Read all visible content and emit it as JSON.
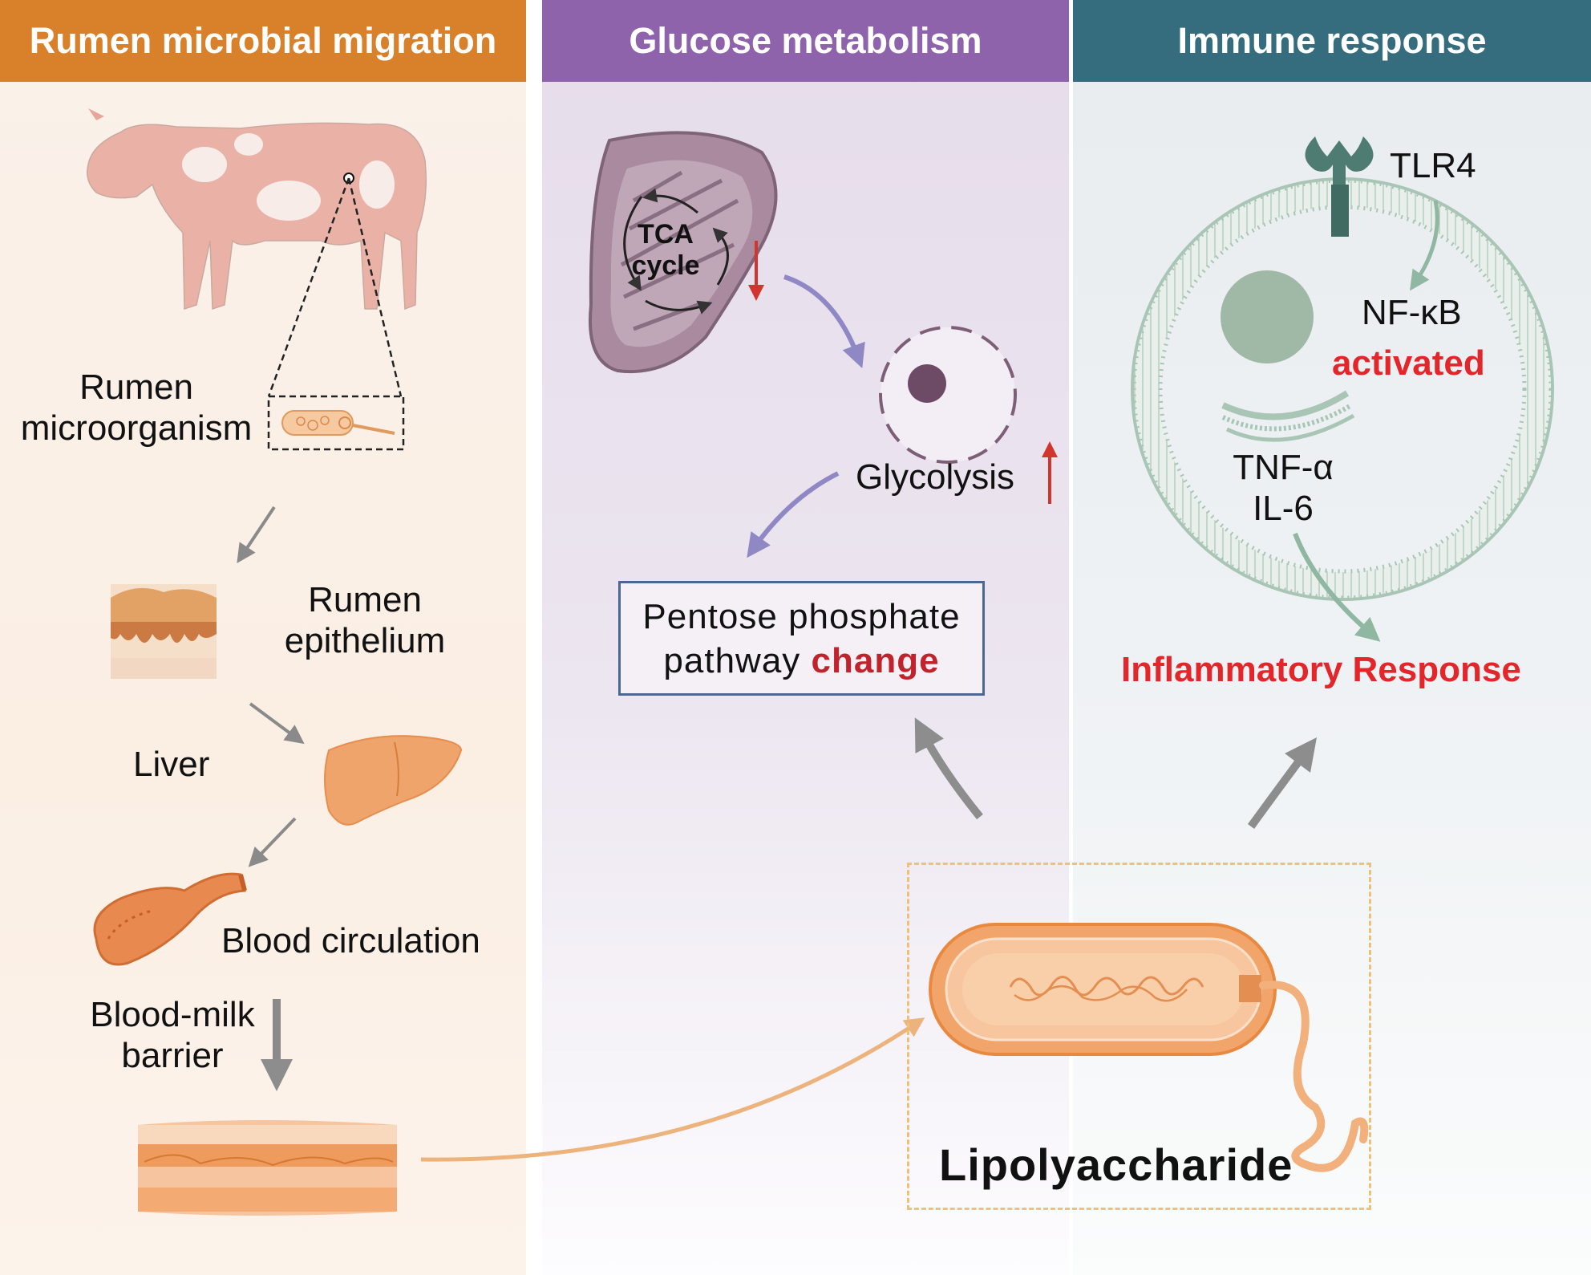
{
  "headers": {
    "panel1": "Rumen microbial migration",
    "panel2": "Glucose metabolism",
    "panel3": "Immune response"
  },
  "migration": {
    "rumen_label_line1": "Rumen",
    "rumen_label_line2": "microorganism",
    "epithelium_line1": "Rumen",
    "epithelium_line2": "epithelium",
    "liver": "Liver",
    "blood": "Blood circulation",
    "barrier_line1": "Blood-milk",
    "barrier_line2": "barrier"
  },
  "glucose": {
    "tca_line1": "TCA",
    "tca_line2": "cycle",
    "glycolysis": "Glycolysis",
    "ppp_line1": "Pentose phosphate",
    "ppp_line2_a": "pathway",
    "ppp_line2_b": "change"
  },
  "immune": {
    "receptor": "TLR4",
    "nfkb": "NF-κB",
    "activated": "activated",
    "tnf": "TNF-α",
    "il6": "IL-6",
    "inflammatory": "Inflammatory Response"
  },
  "lps": {
    "label": "Lipolyaccharide"
  },
  "colors": {
    "migration": "#d9802b",
    "glucose": "#8e63ab",
    "immune": "#356d7e",
    "highlight_red": "#e4262b"
  }
}
